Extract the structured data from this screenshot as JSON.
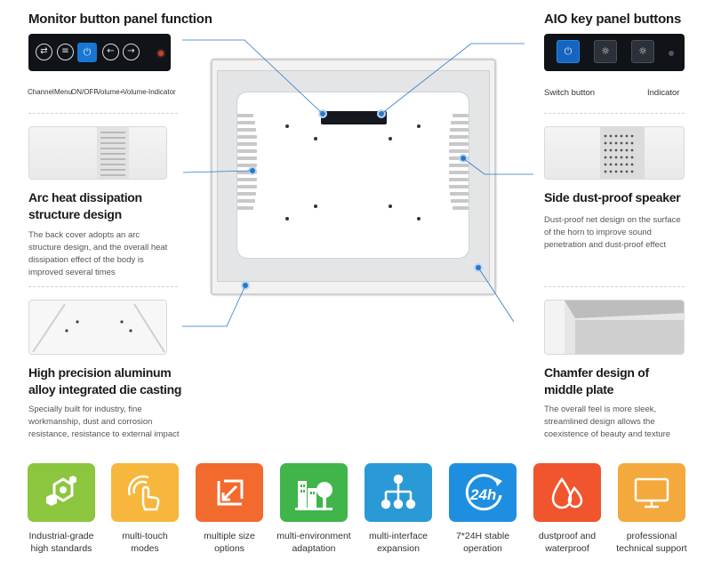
{
  "left_panel": {
    "title": "Monitor button panel function",
    "labels": [
      "Channel",
      "Menu",
      "ON/OFF",
      "Volume+",
      "Volume-",
      "Indicator"
    ]
  },
  "right_panel": {
    "title": "AIO key panel buttons",
    "labels": [
      "Switch button",
      "Indicator"
    ]
  },
  "features": {
    "arc": {
      "title_line1": "Arc heat dissipation",
      "title_line2": "structure design",
      "desc": [
        "The back cover adopts an arc",
        "structure design, and the overall heat",
        "dissipation effect of the body is",
        "improved several times"
      ]
    },
    "speaker": {
      "title": "Side dust-proof speaker",
      "desc": [
        "Dust-proof net design on the surface",
        "of the horn to improve sound",
        "penetration and dust-proof effect"
      ]
    },
    "aluminum": {
      "title_line1": "High precision aluminum",
      "title_line2": "alloy integrated die casting",
      "desc": [
        "Specially built for industry, fine",
        "workmanship, dust and corrosion",
        "resistance, resistance to external impact"
      ]
    },
    "chamfer": {
      "title_line1": "Chamfer design of",
      "title_line2": "middle plate",
      "desc": [
        "The overall feel is more sleek,",
        "streamlined design allows the",
        "coexistence of beauty and texture"
      ]
    }
  },
  "icons": [
    {
      "line1": "Industrial-grade",
      "line2": "high standards",
      "color": "#8cc63f",
      "icon": "hexagon-bolt-icon"
    },
    {
      "line1": "multi-touch",
      "line2": "modes",
      "color": "#f6b73c",
      "icon": "touch-hand-icon"
    },
    {
      "line1": "multiple size",
      "line2": "options",
      "color": "#f26a2e",
      "icon": "resize-arrow-icon"
    },
    {
      "line1": "multi-environment",
      "line2": "adaptation",
      "color": "#3fb54a",
      "icon": "city-tree-icon"
    },
    {
      "line1": "multi-interface",
      "line2": "expansion",
      "color": "#2a9ad6",
      "icon": "network-tree-icon"
    },
    {
      "line1": "7*24H stable",
      "line2": "operation",
      "color": "#1e8fe0",
      "icon": "24h-icon"
    },
    {
      "line1": "dustproof and",
      "line2": "waterproof",
      "color": "#f0552e",
      "icon": "water-drops-icon"
    },
    {
      "line1": "professional",
      "line2": "technical support",
      "color": "#f3a93b",
      "icon": "monitor-screen-icon"
    }
  ],
  "colors": {
    "hotspot": "#2b78c8",
    "power_button": "#1976d2"
  }
}
